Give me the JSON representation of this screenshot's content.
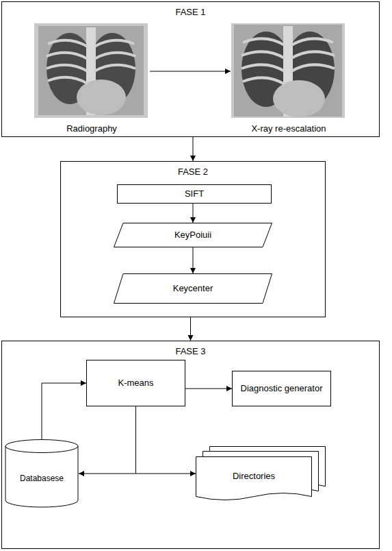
{
  "diagram": {
    "nodes": [
      {
        "text": [
          "FASE 1"
        ]
      },
      {
        "text": [
          "Radiography"
        ],
        "in": 0
      },
      {
        "text": [
          "X-ray re-escalation"
        ],
        "in": 0
      },
      {
        "text": [
          "FASE 2"
        ]
      },
      {
        "text": [
          "SIFT"
        ],
        "in": 3
      },
      {
        "text": [
          "KeyPoiuii"
        ],
        "in": 3
      },
      {
        "text": [
          "Keycenter"
        ],
        "in": 3
      },
      {
        "text": [
          "FASE 3"
        ]
      },
      {
        "text": [
          "K-means"
        ],
        "in": 7
      },
      {
        "text": [
          "Diagnostic generator"
        ],
        "in": 7
      },
      {
        "text": [
          "Databasese"
        ],
        "in": 7
      },
      {
        "text": [
          "Directories"
        ],
        "in": 7
      }
    ],
    "edges": [
      {
        "from": 1,
        "to": 2,
        "arrow": "to"
      },
      {
        "from": 0,
        "to": 3,
        "arrow": "to"
      },
      {
        "from": 4,
        "to": 5,
        "arrow": "to"
      },
      {
        "from": 5,
        "to": 6,
        "arrow": "to"
      },
      {
        "from": 3,
        "to": 7,
        "arrow": "to"
      },
      {
        "from": 8,
        "to": 9,
        "arrow": "to"
      },
      {
        "from": 10,
        "to": 8,
        "arrow": "to"
      },
      {
        "from": 8,
        "to": 10,
        "arrow": "to"
      },
      {
        "from": 8,
        "to": 11,
        "arrow": "to"
      }
    ]
  }
}
